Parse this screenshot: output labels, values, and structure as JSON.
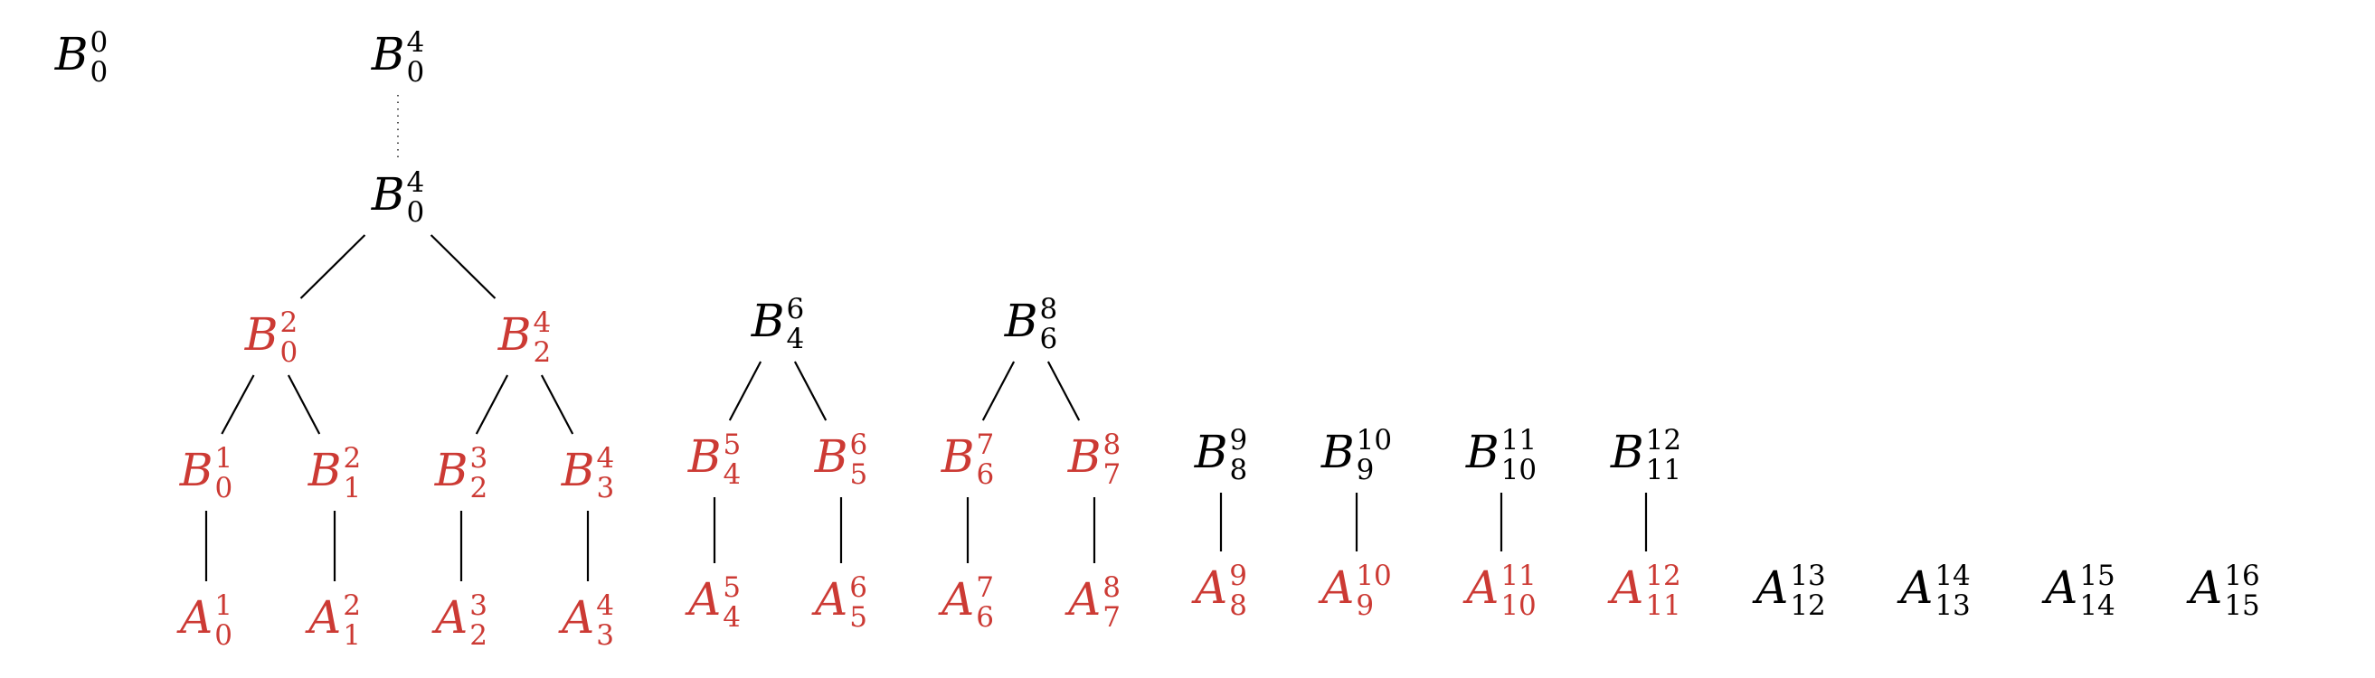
{
  "colors": {
    "black": "#000000",
    "red": "#cc3a34"
  },
  "nodes": [
    {
      "id": "B0_0_top",
      "letter": "B",
      "sup": "0",
      "sub": "0",
      "color": "black"
    },
    {
      "id": "B4_0_top",
      "letter": "B",
      "sup": "4",
      "sub": "0",
      "color": "black"
    },
    {
      "id": "B4_0_mid",
      "letter": "B",
      "sup": "4",
      "sub": "0",
      "color": "black"
    },
    {
      "id": "B2_0",
      "letter": "B",
      "sup": "2",
      "sub": "0",
      "color": "red"
    },
    {
      "id": "B4_2",
      "letter": "B",
      "sup": "4",
      "sub": "2",
      "color": "red"
    },
    {
      "id": "B6_4",
      "letter": "B",
      "sup": "6",
      "sub": "4",
      "color": "black"
    },
    {
      "id": "B8_6",
      "letter": "B",
      "sup": "8",
      "sub": "6",
      "color": "black"
    },
    {
      "id": "B1_0",
      "letter": "B",
      "sup": "1",
      "sub": "0",
      "color": "red"
    },
    {
      "id": "B2_1",
      "letter": "B",
      "sup": "2",
      "sub": "1",
      "color": "red"
    },
    {
      "id": "B3_2",
      "letter": "B",
      "sup": "3",
      "sub": "2",
      "color": "red"
    },
    {
      "id": "B4_3",
      "letter": "B",
      "sup": "4",
      "sub": "3",
      "color": "red"
    },
    {
      "id": "B5_4",
      "letter": "B",
      "sup": "5",
      "sub": "4",
      "color": "red"
    },
    {
      "id": "B6_5",
      "letter": "B",
      "sup": "6",
      "sub": "5",
      "color": "red"
    },
    {
      "id": "B7_6",
      "letter": "B",
      "sup": "7",
      "sub": "6",
      "color": "red"
    },
    {
      "id": "B8_7",
      "letter": "B",
      "sup": "8",
      "sub": "7",
      "color": "red"
    },
    {
      "id": "B9_8",
      "letter": "B",
      "sup": "9",
      "sub": "8",
      "color": "black"
    },
    {
      "id": "B10_9",
      "letter": "B",
      "sup": "10",
      "sub": "9",
      "color": "black"
    },
    {
      "id": "B11_10",
      "letter": "B",
      "sup": "11",
      "sub": "10",
      "color": "black"
    },
    {
      "id": "B12_11",
      "letter": "B",
      "sup": "12",
      "sub": "11",
      "color": "black"
    },
    {
      "id": "A1_0",
      "letter": "A",
      "sup": "1",
      "sub": "0",
      "color": "red"
    },
    {
      "id": "A2_1",
      "letter": "A",
      "sup": "2",
      "sub": "1",
      "color": "red"
    },
    {
      "id": "A3_2",
      "letter": "A",
      "sup": "3",
      "sub": "2",
      "color": "red"
    },
    {
      "id": "A4_3",
      "letter": "A",
      "sup": "4",
      "sub": "3",
      "color": "red"
    },
    {
      "id": "A5_4",
      "letter": "A",
      "sup": "5",
      "sub": "4",
      "color": "red"
    },
    {
      "id": "A6_5",
      "letter": "A",
      "sup": "6",
      "sub": "5",
      "color": "red"
    },
    {
      "id": "A7_6",
      "letter": "A",
      "sup": "7",
      "sub": "6",
      "color": "red"
    },
    {
      "id": "A8_7",
      "letter": "A",
      "sup": "8",
      "sub": "7",
      "color": "red"
    },
    {
      "id": "A9_8",
      "letter": "A",
      "sup": "9",
      "sub": "8",
      "color": "red"
    },
    {
      "id": "A10_9",
      "letter": "A",
      "sup": "10",
      "sub": "9",
      "color": "red"
    },
    {
      "id": "A11_10",
      "letter": "A",
      "sup": "11",
      "sub": "10",
      "color": "red"
    },
    {
      "id": "A12_11",
      "letter": "A",
      "sup": "12",
      "sub": "11",
      "color": "red"
    },
    {
      "id": "A13_12",
      "letter": "A",
      "sup": "13",
      "sub": "12",
      "color": "black"
    },
    {
      "id": "A14_13",
      "letter": "A",
      "sup": "14",
      "sub": "13",
      "color": "black"
    },
    {
      "id": "A15_14",
      "letter": "A",
      "sup": "15",
      "sub": "14",
      "color": "black"
    },
    {
      "id": "A16_15",
      "letter": "A",
      "sup": "16",
      "sub": "15",
      "color": "black"
    }
  ],
  "edges": [
    {
      "from": "B4_0_top",
      "to": "B4_0_mid",
      "style": "dotted"
    },
    {
      "from": "B4_0_mid",
      "to": "B2_0",
      "style": "solid"
    },
    {
      "from": "B4_0_mid",
      "to": "B4_2",
      "style": "solid"
    },
    {
      "from": "B2_0",
      "to": "B1_0",
      "style": "solid"
    },
    {
      "from": "B2_0",
      "to": "B2_1",
      "style": "solid"
    },
    {
      "from": "B4_2",
      "to": "B3_2",
      "style": "solid"
    },
    {
      "from": "B4_2",
      "to": "B4_3",
      "style": "solid"
    },
    {
      "from": "B6_4",
      "to": "B5_4",
      "style": "solid"
    },
    {
      "from": "B6_4",
      "to": "B6_5",
      "style": "solid"
    },
    {
      "from": "B8_6",
      "to": "B7_6",
      "style": "solid"
    },
    {
      "from": "B8_6",
      "to": "B8_7",
      "style": "solid"
    },
    {
      "from": "B1_0",
      "to": "A1_0",
      "style": "solid"
    },
    {
      "from": "B2_1",
      "to": "A2_1",
      "style": "solid"
    },
    {
      "from": "B3_2",
      "to": "A3_2",
      "style": "solid"
    },
    {
      "from": "B4_3",
      "to": "A4_3",
      "style": "solid"
    },
    {
      "from": "B5_4",
      "to": "A5_4",
      "style": "solid"
    },
    {
      "from": "B6_5",
      "to": "A6_5",
      "style": "solid"
    },
    {
      "from": "B7_6",
      "to": "A7_6",
      "style": "solid"
    },
    {
      "from": "B8_7",
      "to": "A8_7",
      "style": "solid"
    },
    {
      "from": "B9_8",
      "to": "A9_8",
      "style": "solid"
    },
    {
      "from": "B10_9",
      "to": "A10_9",
      "style": "solid"
    },
    {
      "from": "B11_10",
      "to": "A11_10",
      "style": "solid"
    },
    {
      "from": "B12_11",
      "to": "A12_11",
      "style": "solid"
    }
  ]
}
